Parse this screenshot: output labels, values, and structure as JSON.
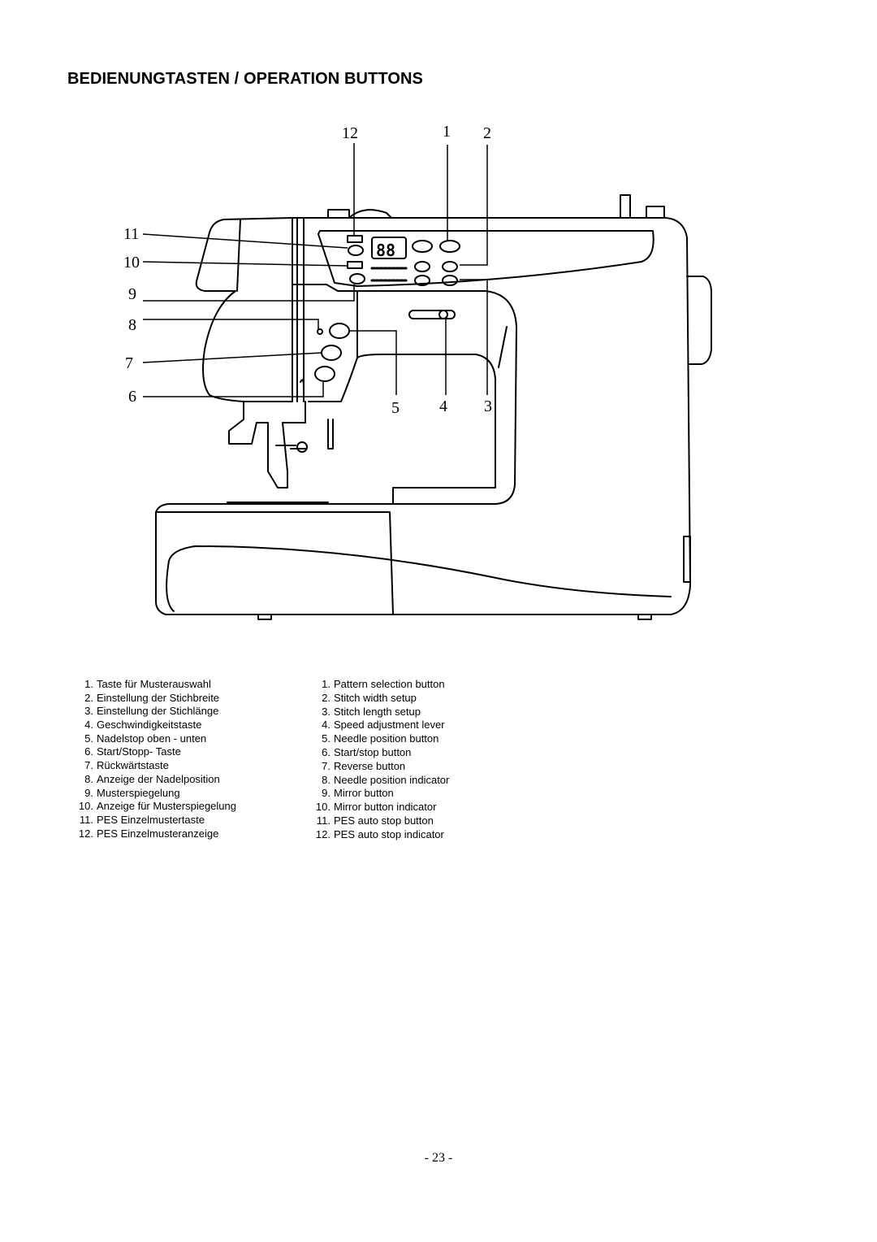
{
  "page": {
    "title": "BEDIENUNGTASTEN / OPERATION BUTTONS",
    "page_number": "- 23 -"
  },
  "diagram": {
    "callouts": [
      "12",
      "1",
      "2",
      "11",
      "10",
      "9",
      "8",
      "7",
      "6",
      "5",
      "4",
      "3"
    ],
    "display_readout": "88"
  },
  "legend_de": [
    {
      "num": "1.",
      "text": "Taste für Musterauswahl"
    },
    {
      "num": "2.",
      "text": "Einstellung der Stichbreite"
    },
    {
      "num": "3.",
      "text": "Einstellung der Stichlänge"
    },
    {
      "num": "4.",
      "text": "Geschwindigkeitstaste"
    },
    {
      "num": "5.",
      "text": "Nadelstop oben - unten"
    },
    {
      "num": "6.",
      "text": "Start/Stopp- Taste"
    },
    {
      "num": "7.",
      "text": "Rückwärtstaste"
    },
    {
      "num": "8.",
      "text": "Anzeige der Nadelposition"
    },
    {
      "num": "9.",
      "text": "Musterspiegelung"
    },
    {
      "num": "10.",
      "text": "Anzeige für Musterspiegelung"
    },
    {
      "num": "11.",
      "text": "PES Einzelmustertaste"
    },
    {
      "num": "12.",
      "text": "PES Einzelmusteranzeige"
    }
  ],
  "legend_en": [
    {
      "num": "1.",
      "text": "Pattern selection button"
    },
    {
      "num": "2.",
      "text": "Stitch width setup"
    },
    {
      "num": "3.",
      "text": "Stitch length setup"
    },
    {
      "num": "4.",
      "text": "Speed adjustment lever"
    },
    {
      "num": "5.",
      "text": "Needle position button"
    },
    {
      "num": "6.",
      "text": "Start/stop button"
    },
    {
      "num": "7.",
      "text": "Reverse button"
    },
    {
      "num": "8.",
      "text": "Needle position indicator"
    },
    {
      "num": "9.",
      "text": "Mirror button"
    },
    {
      "num": "10.",
      "text": "Mirror button indicator"
    },
    {
      "num": "11.",
      "text": "PES auto stop button"
    },
    {
      "num": "12.",
      "text": "PES auto stop indicator"
    }
  ]
}
